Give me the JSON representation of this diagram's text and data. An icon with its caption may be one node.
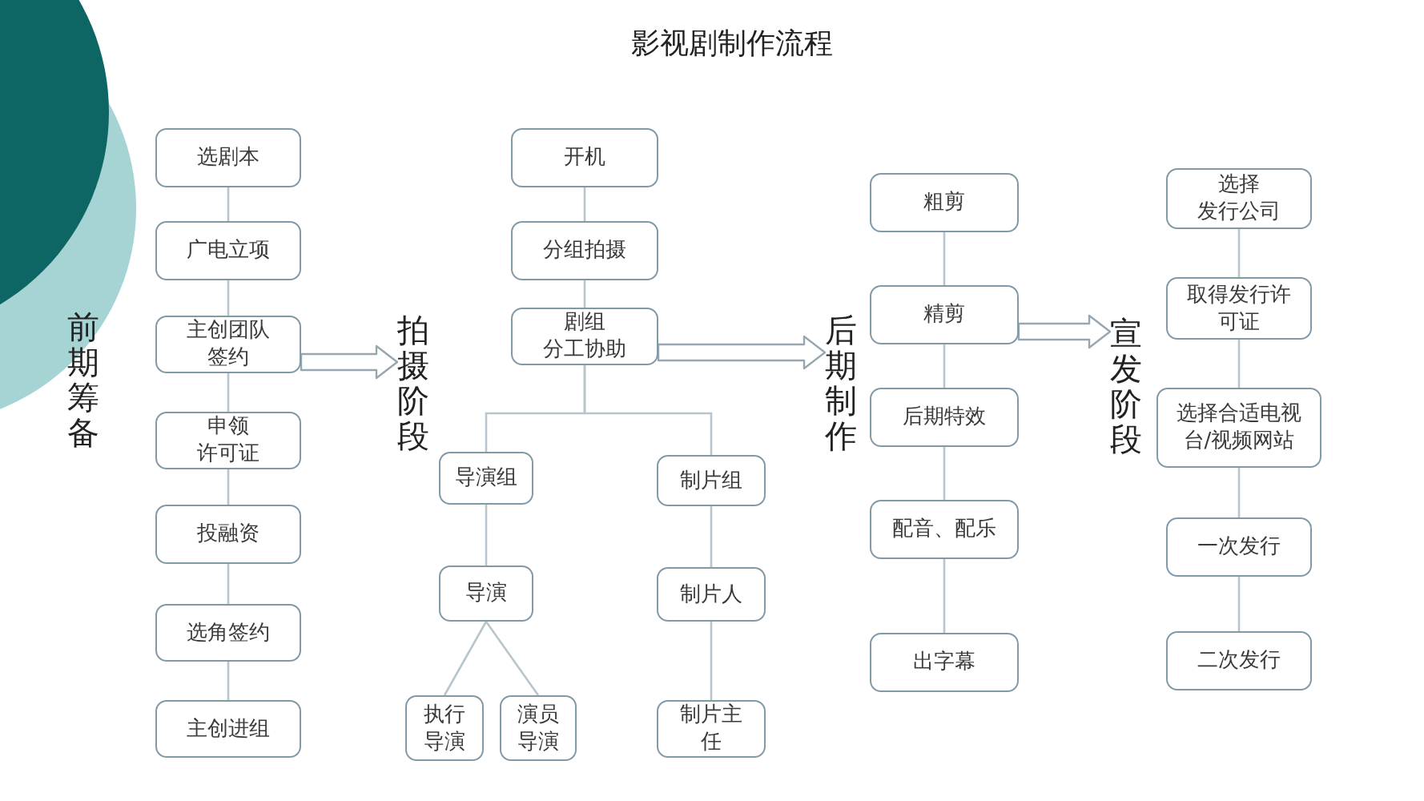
{
  "diagram": {
    "title": "影视剧制作流程",
    "nodes": [
      {
        "text": [
          "前期筹备"
        ]
      },
      {
        "text": [
          "选剧本"
        ]
      },
      {
        "text": [
          "广电立项"
        ]
      },
      {
        "text": [
          "主创团队签约"
        ]
      },
      {
        "text": [
          "申领许可证"
        ]
      },
      {
        "text": [
          "投融资"
        ]
      },
      {
        "text": [
          "选角签约"
        ]
      },
      {
        "text": [
          "主创进组"
        ]
      },
      {
        "text": [
          "拍摄阶段"
        ]
      },
      {
        "text": [
          "开机"
        ]
      },
      {
        "text": [
          "分组拍摄"
        ]
      },
      {
        "text": [
          "剧组分工协助"
        ]
      },
      {
        "text": [
          "导演组"
        ]
      },
      {
        "text": [
          "制片组"
        ]
      },
      {
        "text": [
          "导演"
        ]
      },
      {
        "text": [
          "制片人"
        ]
      },
      {
        "text": [
          "执行导演"
        ]
      },
      {
        "text": [
          "演员导演"
        ]
      },
      {
        "text": [
          "制片主任"
        ]
      },
      {
        "text": [
          "后期制作"
        ]
      },
      {
        "text": [
          "粗剪"
        ]
      },
      {
        "text": [
          "精剪"
        ]
      },
      {
        "text": [
          "后期特效"
        ]
      },
      {
        "text": [
          "配音、配乐"
        ]
      },
      {
        "text": [
          "出字幕"
        ]
      },
      {
        "text": [
          "宣发阶段"
        ]
      },
      {
        "text": [
          "选择发行公司"
        ]
      },
      {
        "text": [
          "取得发行许可证"
        ]
      },
      {
        "text": [
          "选择合适电视台/视频网站"
        ]
      },
      {
        "text": [
          "一次发行"
        ]
      },
      {
        "text": [
          "二次发行"
        ]
      }
    ],
    "edges": [
      {
        "from": 1,
        "to": 2,
        "arrow": "none"
      },
      {
        "from": 2,
        "to": 3,
        "arrow": "none"
      },
      {
        "from": 3,
        "to": 4,
        "arrow": "none"
      },
      {
        "from": 4,
        "to": 5,
        "arrow": "none"
      },
      {
        "from": 5,
        "to": 6,
        "arrow": "none"
      },
      {
        "from": 6,
        "to": 7,
        "arrow": "none"
      },
      {
        "from": 3,
        "to": 8,
        "arrow": "to"
      },
      {
        "from": 9,
        "to": 10,
        "arrow": "none"
      },
      {
        "from": 10,
        "to": 11,
        "arrow": "none"
      },
      {
        "from": 11,
        "to": 12,
        "arrow": "none"
      },
      {
        "from": 11,
        "to": 13,
        "arrow": "none"
      },
      {
        "from": 12,
        "to": 14,
        "arrow": "none"
      },
      {
        "from": 14,
        "to": 16,
        "arrow": "none"
      },
      {
        "from": 14,
        "to": 17,
        "arrow": "none"
      },
      {
        "from": 13,
        "to": 15,
        "arrow": "none"
      },
      {
        "from": 15,
        "to": 18,
        "arrow": "none"
      },
      {
        "from": 11,
        "to": 19,
        "arrow": "to"
      },
      {
        "from": 20,
        "to": 21,
        "arrow": "none"
      },
      {
        "from": 21,
        "to": 22,
        "arrow": "none"
      },
      {
        "from": 22,
        "to": 23,
        "arrow": "none"
      },
      {
        "from": 23,
        "to": 24,
        "arrow": "none"
      },
      {
        "from": 21,
        "to": 25,
        "arrow": "to"
      },
      {
        "from": 26,
        "to": 27,
        "arrow": "none"
      },
      {
        "from": 27,
        "to": 28,
        "arrow": "none"
      },
      {
        "from": 28,
        "to": 29,
        "arrow": "none"
      },
      {
        "from": 29,
        "to": 30,
        "arrow": "none"
      }
    ]
  }
}
